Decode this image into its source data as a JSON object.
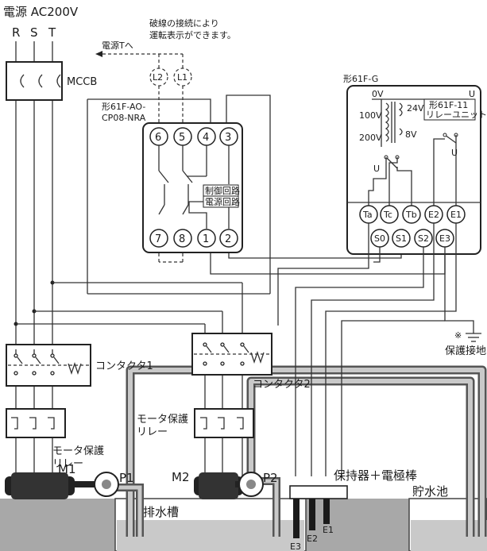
{
  "power": {
    "title": "電源 AC200V",
    "phases": [
      "R",
      "S",
      "T"
    ],
    "breaker_label": "MCCB"
  },
  "lamps": {
    "note_line1": "破線の接続により",
    "note_line2": "運転表示ができます。",
    "to_source": "電源Tへ",
    "lamp_labels": [
      "L2",
      "L1"
    ]
  },
  "controller": {
    "model_line1": "形61F-AO-",
    "model_line2": "CP08-NRA",
    "top_terminals": [
      "6",
      "5",
      "4",
      "3"
    ],
    "bottom_terminals": [
      "7",
      "8",
      "1",
      "2"
    ],
    "circuit_labels": [
      "制御回路",
      "電源回路"
    ]
  },
  "level_controller": {
    "model": "形61F-G",
    "voltages": [
      "0V",
      "100V",
      "200V",
      "24V",
      "8V"
    ],
    "corner_label": "U",
    "relay_unit_line1": "形61F-11",
    "relay_unit_line2": "リレーユニット",
    "contact_labels": [
      "U",
      "U"
    ],
    "top_row_terminals": [
      "Ta",
      "Tc",
      "Tb",
      "E2",
      "E1"
    ],
    "bottom_row_terminals": [
      "S0",
      "S1",
      "S2",
      "E3"
    ]
  },
  "contactors": [
    "コンタクタ1",
    "コンタクタ2"
  ],
  "ground": {
    "mark": "※",
    "label": "保護接地"
  },
  "motor_relays": {
    "label1_line1": "モータ保護",
    "label1_line2": "リレー",
    "label2_line1": "モータ保護",
    "label2_line2": "リレー"
  },
  "motors": [
    "M1",
    "M2"
  ],
  "pumps": [
    "P1",
    "P2"
  ],
  "tanks": {
    "drain": "排水槽",
    "reservoir": "貯水池",
    "electrode_holder": "保持器＋電極棒",
    "electrodes": [
      "E3",
      "E2",
      "E1"
    ]
  }
}
